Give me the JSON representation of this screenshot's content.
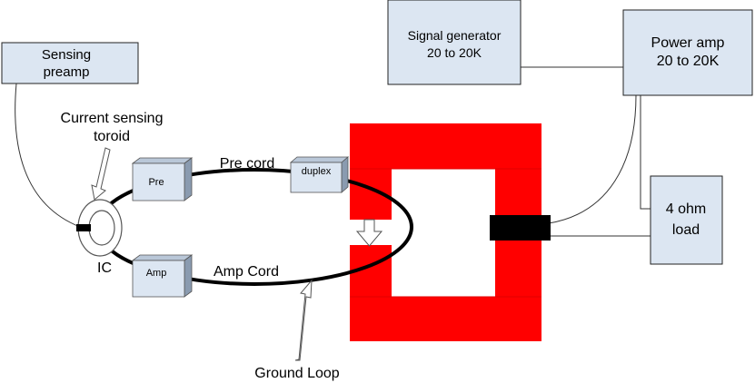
{
  "boxes": {
    "sensing_preamp": [
      "Sensing",
      "preamp"
    ],
    "signal_generator": [
      "Signal generator",
      "20 to 20K"
    ],
    "power_amp": [
      "Power amp",
      "20 to 20K"
    ],
    "load": [
      "4 ohm",
      "load"
    ],
    "pre_block": "Pre",
    "amp_block": "Amp",
    "duplex_block": "duplex"
  },
  "labels": {
    "current_sensing_toroid": [
      "Current sensing",
      "toroid"
    ],
    "ic": "IC",
    "pre_cord": "Pre cord",
    "amp_cord": "Amp Cord",
    "ground_loop": "Ground Loop"
  },
  "colors": {
    "box_fill": "#dce6f2",
    "box_stroke": "#222222",
    "core_red": "#ff0000",
    "block_front": "#dce6f2",
    "block_side": "#8a9bb0",
    "block_top": "#b9c7d8"
  }
}
